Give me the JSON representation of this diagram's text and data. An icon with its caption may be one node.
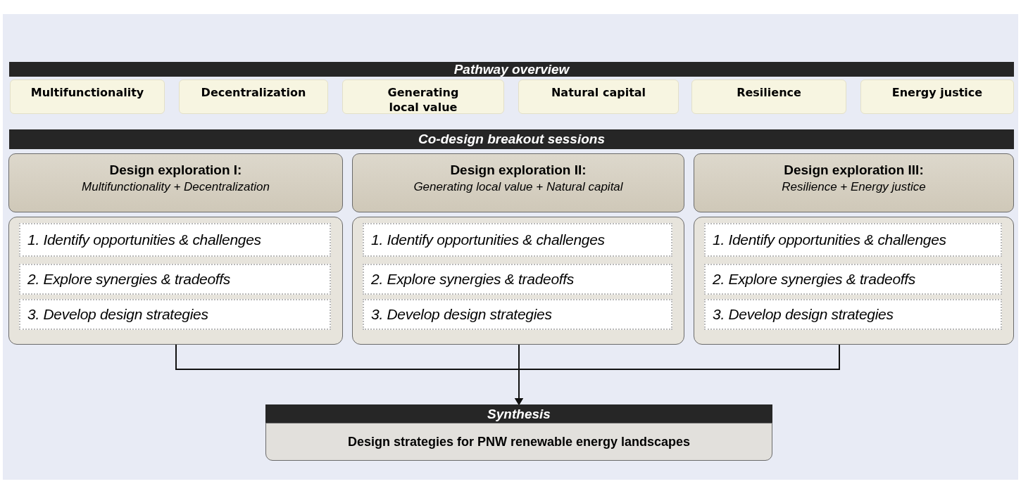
{
  "diagram": {
    "nodes": [
      {
        "text": [
          "Pathway overview"
        ]
      },
      {
        "text": [
          "Multifunctionality"
        ]
      },
      {
        "text": [
          "Decentralization"
        ]
      },
      {
        "text": [
          "Generating local value"
        ]
      },
      {
        "text": [
          "Natural capital"
        ]
      },
      {
        "text": [
          "Resilience"
        ]
      },
      {
        "text": [
          "Energy justice"
        ]
      },
      {
        "text": [
          "Co-design breakout sessions"
        ]
      },
      {
        "text": [
          "Design exploration I:",
          "Multifunctionality + Decentralization"
        ]
      },
      {
        "text": [],
        "shape": "box"
      },
      {
        "text": [
          "1. Identify opportunities & challenges"
        ],
        "in": 9
      },
      {
        "text": [
          "2. Explore synergies & tradeoffs"
        ],
        "in": 9
      },
      {
        "text": [
          "3. Develop design strategies"
        ],
        "in": 9
      },
      {
        "text": [
          "Design exploration II:",
          "Generating local value + Natural capital"
        ]
      },
      {
        "text": [],
        "shape": "box"
      },
      {
        "text": [
          "1. Identify opportunities & challenges"
        ],
        "in": 14
      },
      {
        "text": [
          "2. Explore synergies & tradeoffs"
        ],
        "in": 14
      },
      {
        "text": [
          "3. Develop design strategies"
        ],
        "in": 14
      },
      {
        "text": [
          "Design exploration III:",
          "Resilience + Energy justice"
        ]
      },
      {
        "text": [],
        "shape": "box"
      },
      {
        "text": [
          "1. Identify opportunities & challenges"
        ],
        "in": 19
      },
      {
        "text": [
          "2. Explore synergies & tradeoffs"
        ],
        "in": 19
      },
      {
        "text": [
          "3. Develop design strategies"
        ],
        "in": 19
      },
      {
        "text": [
          "Synthesis"
        ]
      },
      {
        "text": [
          "Design strategies for PNW renewable energy landscapes"
        ]
      }
    ],
    "edges": [
      {
        "from": 9,
        "to": 23,
        "arrow": "to"
      },
      {
        "from": 14,
        "to": 23,
        "arrow": "to"
      },
      {
        "from": 19,
        "to": 23,
        "arrow": "to"
      }
    ]
  }
}
